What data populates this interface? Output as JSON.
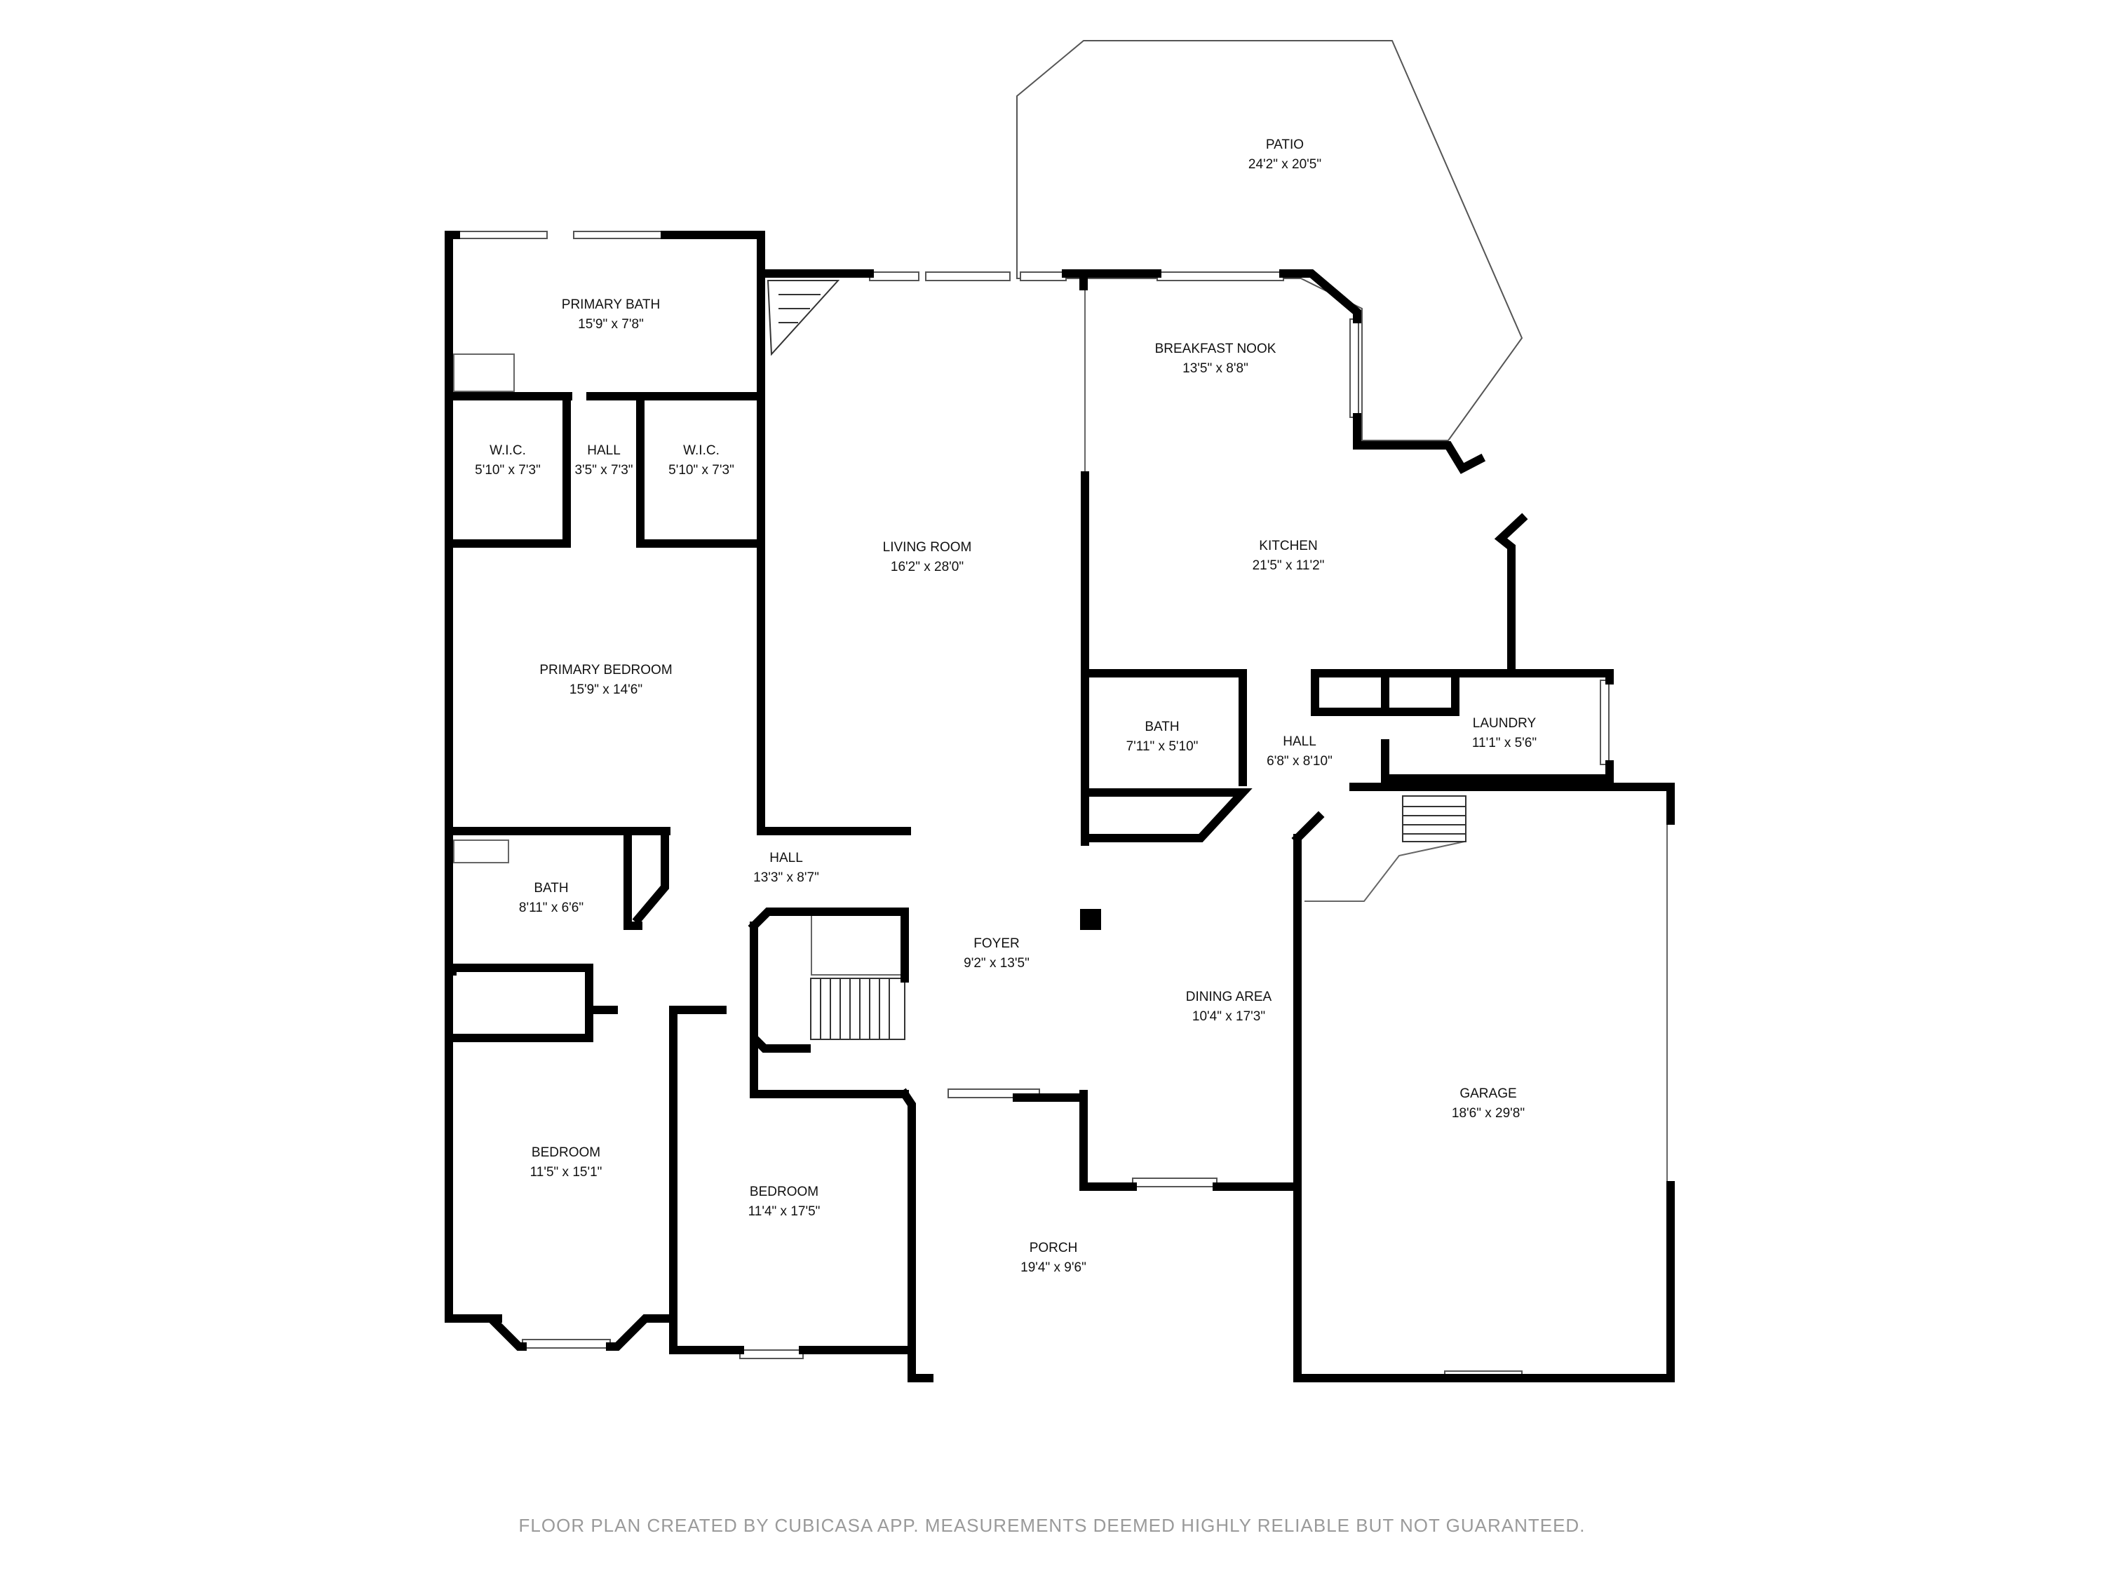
{
  "rooms": [
    {
      "id": "patio",
      "name": "PATIO",
      "dims": "24'2\" x 20'5\""
    },
    {
      "id": "primary-bath",
      "name": "PRIMARY BATH",
      "dims": "15'9\" x 7'8\""
    },
    {
      "id": "breakfast-nook",
      "name": "BREAKFAST NOOK",
      "dims": "13'5\" x 8'8\""
    },
    {
      "id": "wic-left",
      "name": "W.I.C.",
      "dims": "5'10\" x 7'3\""
    },
    {
      "id": "hall-closets",
      "name": "HALL",
      "dims": "3'5\" x 7'3\""
    },
    {
      "id": "wic-right",
      "name": "W.I.C.",
      "dims": "5'10\" x 7'3\""
    },
    {
      "id": "living-room",
      "name": "LIVING ROOM",
      "dims": "16'2\" x 28'0\""
    },
    {
      "id": "kitchen",
      "name": "KITCHEN",
      "dims": "21'5\" x 11'2\""
    },
    {
      "id": "primary-bedroom",
      "name": "PRIMARY BEDROOM",
      "dims": "15'9\" x 14'6\""
    },
    {
      "id": "bath-center",
      "name": "BATH",
      "dims": "7'11\" x 5'10\""
    },
    {
      "id": "hall-center",
      "name": "HALL",
      "dims": "6'8\" x 8'10\""
    },
    {
      "id": "laundry",
      "name": "LAUNDRY",
      "dims": "11'1\" x 5'6\""
    },
    {
      "id": "hall-west",
      "name": "HALL",
      "dims": "13'3\" x 8'7\""
    },
    {
      "id": "bath-west",
      "name": "BATH",
      "dims": "8'11\" x 6'6\""
    },
    {
      "id": "foyer",
      "name": "FOYER",
      "dims": "9'2\" x 13'5\""
    },
    {
      "id": "dining-area",
      "name": "DINING AREA",
      "dims": "10'4\" x 17'3\""
    },
    {
      "id": "garage",
      "name": "GARAGE",
      "dims": "18'6\" x 29'8\""
    },
    {
      "id": "bedroom-left",
      "name": "BEDROOM",
      "dims": "11'5\" x 15'1\""
    },
    {
      "id": "bedroom-mid",
      "name": "BEDROOM",
      "dims": "11'4\" x 17'5\""
    },
    {
      "id": "porch",
      "name": "PORCH",
      "dims": "19'4\" x 9'6\""
    }
  ],
  "footer": "FLOOR PLAN CREATED BY CUBICASA APP. MEASUREMENTS DEEMED HIGHLY RELIABLE BUT NOT GUARANTEED."
}
